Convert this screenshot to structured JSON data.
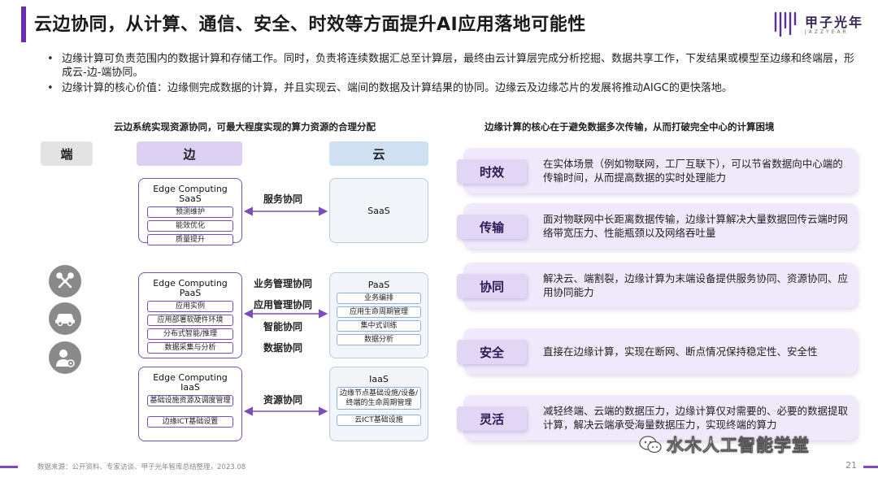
{
  "header": {
    "title": "云边协同，从计算、通信、安全、时效等方面提升AI应用落地可能性",
    "logo_cn": "甲子光年",
    "logo_en": "JAZZYEAR"
  },
  "bullets": [
    "边缘计算可负责范围内的数据计算和存储工作。同时，负责将连续数据汇总至计算层，最终由云计算层完成分析挖掘、数据共享工作，下发结果或模型至边缘和终端层，形成云-边-端协同。",
    "边缘计算的核心价值：边缘侧完成数据的计算，并且实现云、端间的数据及计算结果的协同。边缘云及边缘芯片的发展将推动AIGC的更快落地。"
  ],
  "left_diagram": {
    "subtitle": "云边系统实现资源协同，可最大程度实现的算力资源的合理分配",
    "columns": {
      "duan": "端",
      "bian": "边",
      "yun": "云"
    },
    "edge_saas": {
      "title": "Edge Computing\nSaaS",
      "items": [
        "预测维护",
        "能效优化",
        "质量提升"
      ]
    },
    "edge_paas": {
      "title": "Edge Computing\nPaaS",
      "items": [
        "应用实例",
        "应用部署软硬件环境",
        "分布式智能/推理",
        "数据采集与分析"
      ]
    },
    "edge_iaas": {
      "title": "Edge Computing\nIaaS",
      "items": [
        "基础设施资源及调度管理",
        "边缘ICT基础设置"
      ]
    },
    "cloud_saas": {
      "title": "SaaS"
    },
    "cloud_paas": {
      "title": "PaaS",
      "items": [
        "业务编排",
        "应用生命周期管理",
        "集中式训练",
        "数据分析"
      ]
    },
    "cloud_iaas": {
      "title": "IaaS",
      "items": [
        "边缘节点基础设施/设备/终端的生命周期管理",
        "云ICT基础设施"
      ]
    },
    "links": {
      "service": "服务协同",
      "business": "业务管理协同",
      "application": "应用管理协同",
      "intelligence": "智能协同",
      "data": "数据协同",
      "resource": "资源协同"
    },
    "icons": [
      "tools-icon",
      "car-icon",
      "user-gear-icon"
    ]
  },
  "right_panel": {
    "subtitle": "边缘计算的核心在于避免数据多次传输，从而打破完全中心的计算困境",
    "features": [
      {
        "tag": "时效",
        "text": "在实体场景（例如物联网，工厂互联下），可以节省数据向中心端的传输时间，从而提高数据的实时处理能力"
      },
      {
        "tag": "传输",
        "text": "面对物联网中长距离数据传输，边缘计算解决大量数据回传云端时网络带宽压力、性能瓶颈以及网络吞吐量"
      },
      {
        "tag": "协同",
        "text": "解决云、端割裂，边缘计算为末端设备提供服务协同、资源协同、应用协同能力"
      },
      {
        "tag": "安全",
        "text": "直接在边缘计算，实现在断网、断点情况保持稳定性、安全性"
      },
      {
        "tag": "灵活",
        "text": "减轻终端、云端的数据压力，边缘计算仅对需要的、必要的数据提取计算，解决云端承受海量数据压力，实现终端的算力"
      }
    ]
  },
  "footer": {
    "source": "数据来源：公开资料、专家访谈、甲子光年智库总结整理，2023.08",
    "page": "21",
    "watermark": "水木人工智能学堂"
  },
  "colors": {
    "accent": "#6a2fb0",
    "edge_border": "#7b4cc0",
    "cloud_border": "#b7cbe3",
    "card_bg": "#f0e9fb"
  }
}
